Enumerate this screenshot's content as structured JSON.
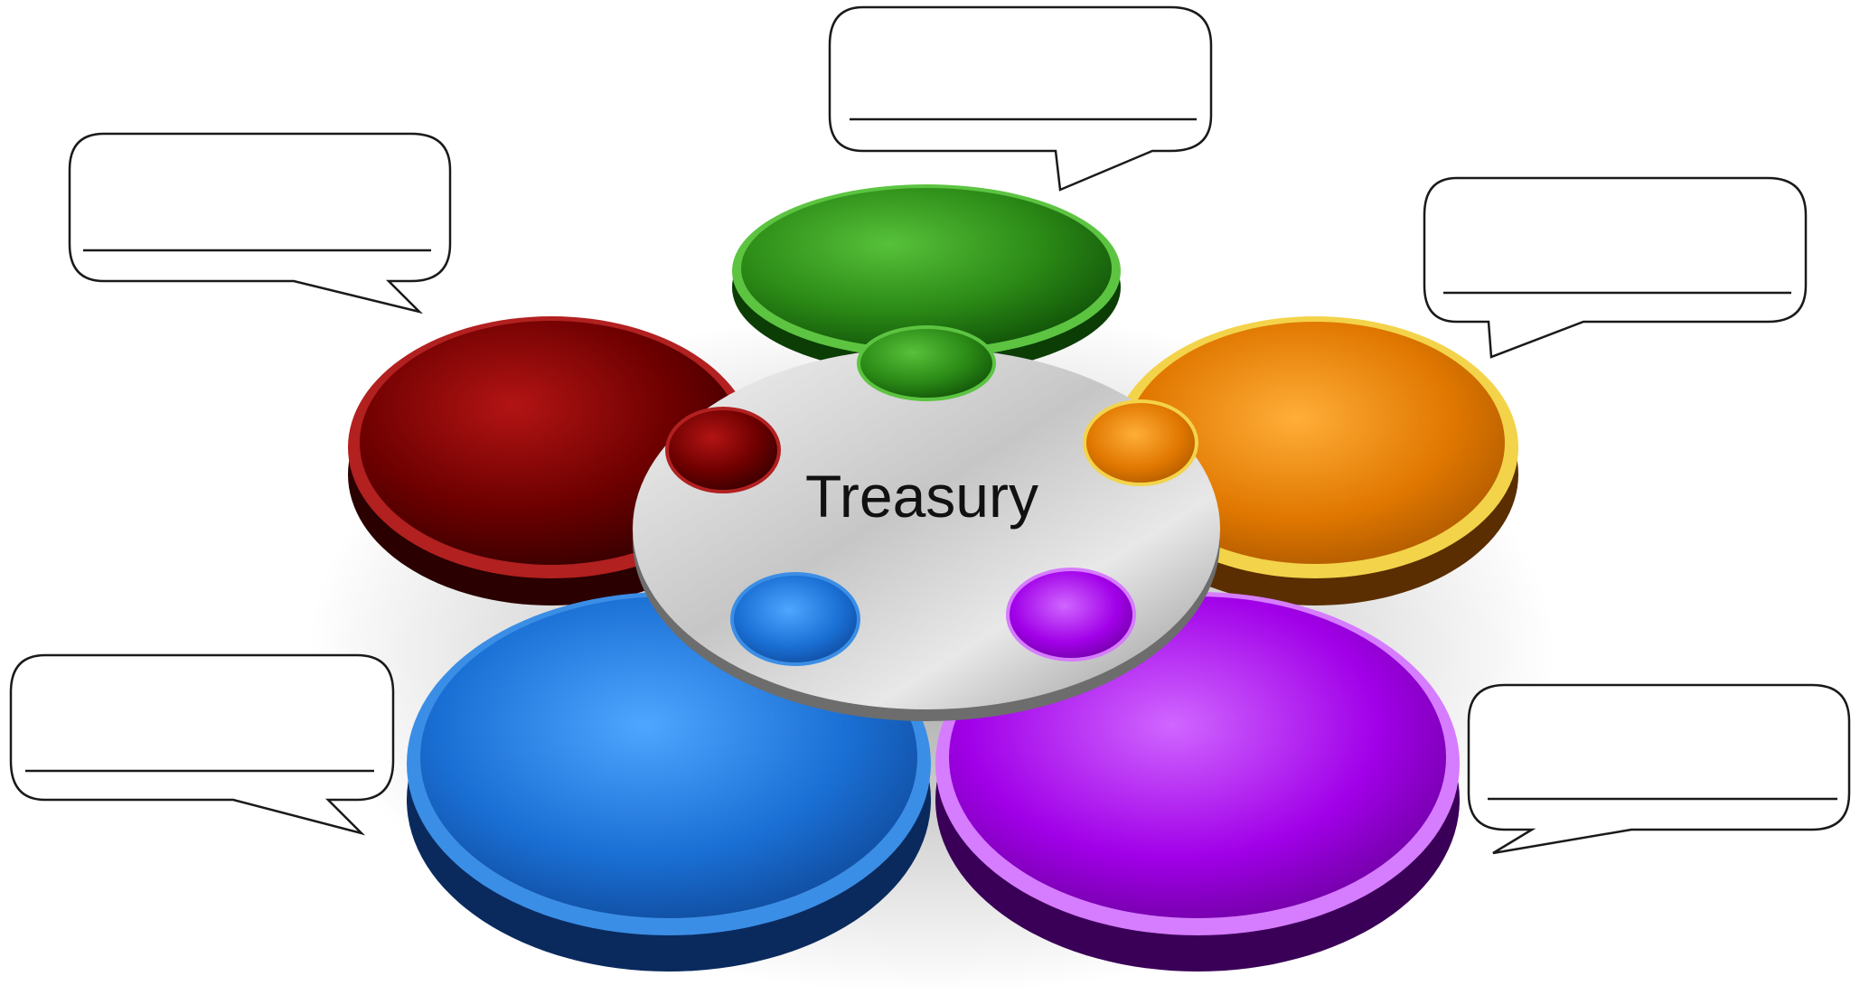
{
  "diagram": {
    "center": {
      "label": "Treasury",
      "color": "#c9c9c9"
    },
    "petals": [
      {
        "name": "top",
        "color": "#2f8a1a"
      },
      {
        "name": "upper-left",
        "color": "#7a0000"
      },
      {
        "name": "upper-right",
        "color": "#e07b00"
      },
      {
        "name": "lower-left",
        "color": "#1e76d8"
      },
      {
        "name": "lower-right",
        "color": "#a300e6"
      }
    ],
    "callouts": [
      {
        "name": "top",
        "text": ""
      },
      {
        "name": "upper-left",
        "text": ""
      },
      {
        "name": "upper-right",
        "text": ""
      },
      {
        "name": "lower-left",
        "text": ""
      },
      {
        "name": "lower-right",
        "text": ""
      }
    ]
  }
}
